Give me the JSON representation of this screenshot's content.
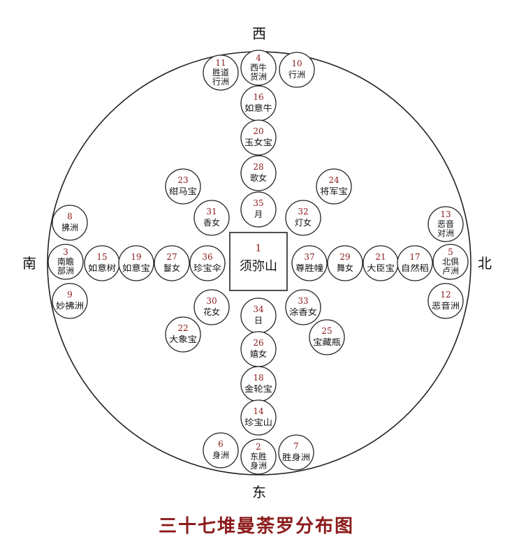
{
  "title": "三十七堆曼荼罗分布图",
  "directions": {
    "west": "西",
    "east": "东",
    "south": "南",
    "north": "北"
  },
  "center": {
    "number": "1",
    "label": "须弥山"
  },
  "colors": {
    "number": "#8b1a1a",
    "title": "#8b1a1a",
    "line": "#222222"
  },
  "nodes": [
    {
      "id": "n4",
      "number": "4",
      "lines": [
        "西牛",
        "货洲"
      ]
    },
    {
      "id": "n11",
      "number": "11",
      "lines": [
        "胜道",
        "行洲"
      ]
    },
    {
      "id": "n10",
      "number": "10",
      "lines": [
        "行洲"
      ]
    },
    {
      "id": "n16",
      "number": "16",
      "lines": [
        "如意牛"
      ]
    },
    {
      "id": "n20",
      "number": "20",
      "lines": [
        "玉女宝"
      ]
    },
    {
      "id": "n28",
      "number": "28",
      "lines": [
        "歌女"
      ]
    },
    {
      "id": "n35",
      "number": "35",
      "lines": [
        "月"
      ]
    },
    {
      "id": "n23",
      "number": "23",
      "lines": [
        "绀马宝"
      ]
    },
    {
      "id": "n24",
      "number": "24",
      "lines": [
        "将军宝"
      ]
    },
    {
      "id": "n31",
      "number": "31",
      "lines": [
        "香女"
      ]
    },
    {
      "id": "n32",
      "number": "32",
      "lines": [
        "灯女"
      ]
    },
    {
      "id": "n8",
      "number": "8",
      "lines": [
        "拂洲"
      ]
    },
    {
      "id": "n3",
      "number": "3",
      "lines": [
        "南瞻",
        "部洲"
      ]
    },
    {
      "id": "n9",
      "number": "9",
      "lines": [
        "妙拂洲"
      ]
    },
    {
      "id": "n15",
      "number": "15",
      "lines": [
        "如意树"
      ]
    },
    {
      "id": "n19",
      "number": "19",
      "lines": [
        "如意宝"
      ]
    },
    {
      "id": "n27",
      "number": "27",
      "lines": [
        "鬘女"
      ]
    },
    {
      "id": "n36",
      "number": "36",
      "lines": [
        "珍宝伞"
      ]
    },
    {
      "id": "n37",
      "number": "37",
      "lines": [
        "尊胜幢"
      ]
    },
    {
      "id": "n29",
      "number": "29",
      "lines": [
        "舞女"
      ]
    },
    {
      "id": "n21",
      "number": "21",
      "lines": [
        "大臣宝"
      ]
    },
    {
      "id": "n17",
      "number": "17",
      "lines": [
        "自然稻"
      ]
    },
    {
      "id": "n13",
      "number": "13",
      "lines": [
        "恶音",
        "对洲"
      ]
    },
    {
      "id": "n5",
      "number": "5",
      "lines": [
        "北俱",
        "卢洲"
      ]
    },
    {
      "id": "n12",
      "number": "12",
      "lines": [
        "恶音洲"
      ]
    },
    {
      "id": "n30",
      "number": "30",
      "lines": [
        "花女"
      ]
    },
    {
      "id": "n34",
      "number": "34",
      "lines": [
        "日"
      ]
    },
    {
      "id": "n33",
      "number": "33",
      "lines": [
        "涂香女"
      ]
    },
    {
      "id": "n22",
      "number": "22",
      "lines": [
        "大象宝"
      ]
    },
    {
      "id": "n25",
      "number": "25",
      "lines": [
        "宝藏瓶"
      ]
    },
    {
      "id": "n26",
      "number": "26",
      "lines": [
        "嬉女"
      ]
    },
    {
      "id": "n18",
      "number": "18",
      "lines": [
        "金轮宝"
      ]
    },
    {
      "id": "n14",
      "number": "14",
      "lines": [
        "珍宝山"
      ]
    },
    {
      "id": "n6",
      "number": "6",
      "lines": [
        "身洲"
      ]
    },
    {
      "id": "n2",
      "number": "2",
      "lines": [
        "东胜",
        "身洲"
      ]
    },
    {
      "id": "n7",
      "number": "7",
      "lines": [
        "胜身洲"
      ]
    }
  ]
}
